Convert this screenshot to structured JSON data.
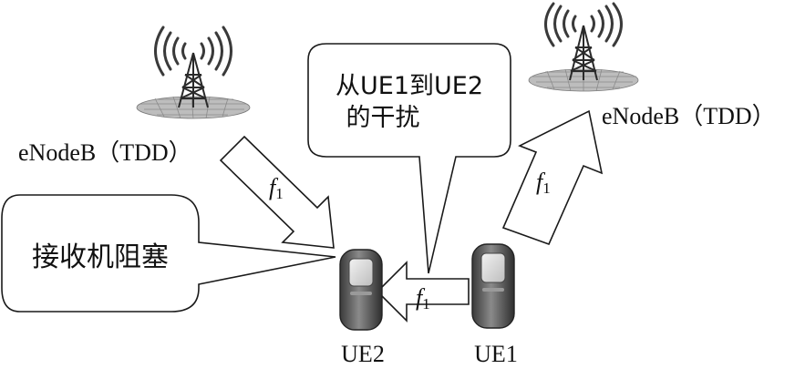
{
  "base_stations": {
    "left_label": "eNodeB（TDD）",
    "right_label": "eNodeB（TDD）"
  },
  "callouts": {
    "interference_line1": "从UE1到UE2",
    "interference_line2": "的干扰",
    "blocking": "接收机阻塞"
  },
  "frequency": {
    "symbol": "f",
    "subscript": "1"
  },
  "devices": {
    "ue2_label": "UE2",
    "ue1_label": "UE1"
  }
}
